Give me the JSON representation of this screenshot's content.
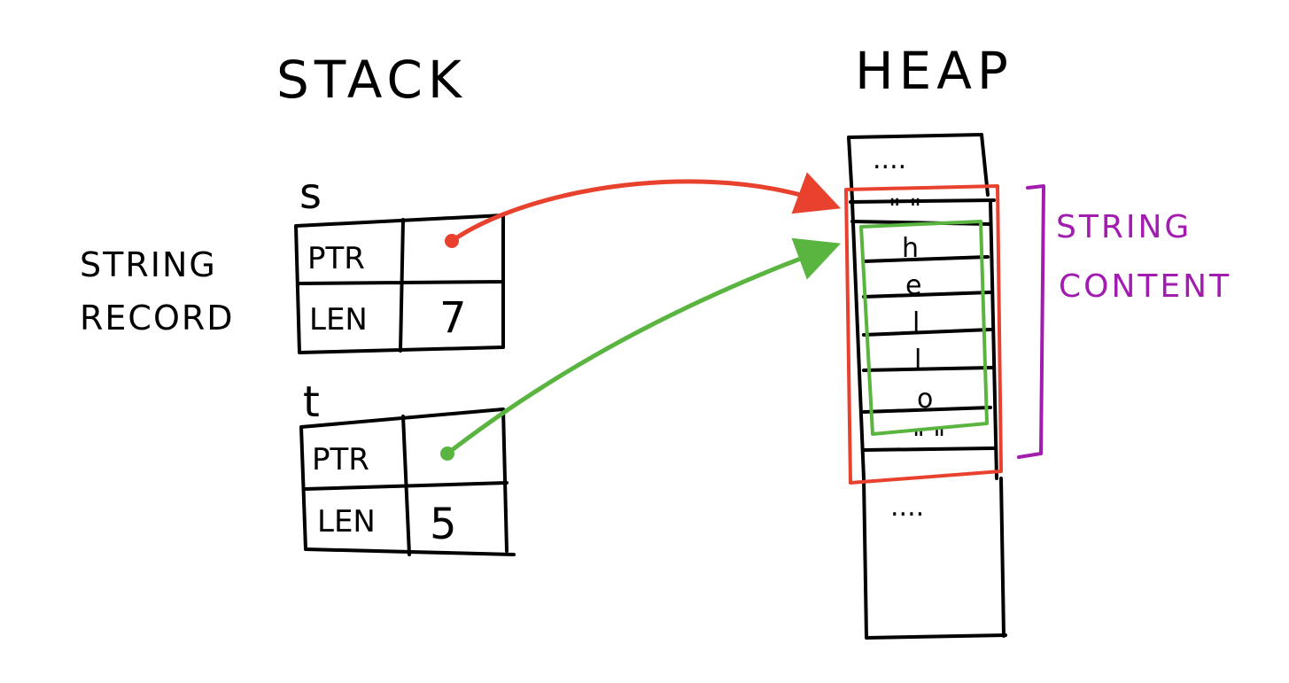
{
  "titles": {
    "stack": "STACK",
    "heap": "HEAP"
  },
  "record_label": {
    "line1": "STRING",
    "line2": "RECORD"
  },
  "records": [
    {
      "var": "s",
      "ptr_label": "PTR",
      "len_label": "LEN",
      "len_value": "7",
      "pointer_color": "#e8412e"
    },
    {
      "var": "t",
      "ptr_label": "PTR",
      "len_label": "LEN",
      "len_value": "5",
      "pointer_color": "#5ab540"
    }
  ],
  "heap": {
    "top_ellipsis": "....",
    "quote_open": "\" \"",
    "chars": [
      "h",
      "e",
      "l",
      "l",
      "o"
    ],
    "quote_close": "\" \"",
    "bottom_ellipsis": "...."
  },
  "annotation": {
    "line1": "STRING",
    "line2": "CONTENT",
    "color": "#a21caf"
  },
  "colors": {
    "ink": "#000000",
    "s_pointer": "#e8412e",
    "t_pointer": "#5ab540",
    "annotation": "#a21caf"
  }
}
